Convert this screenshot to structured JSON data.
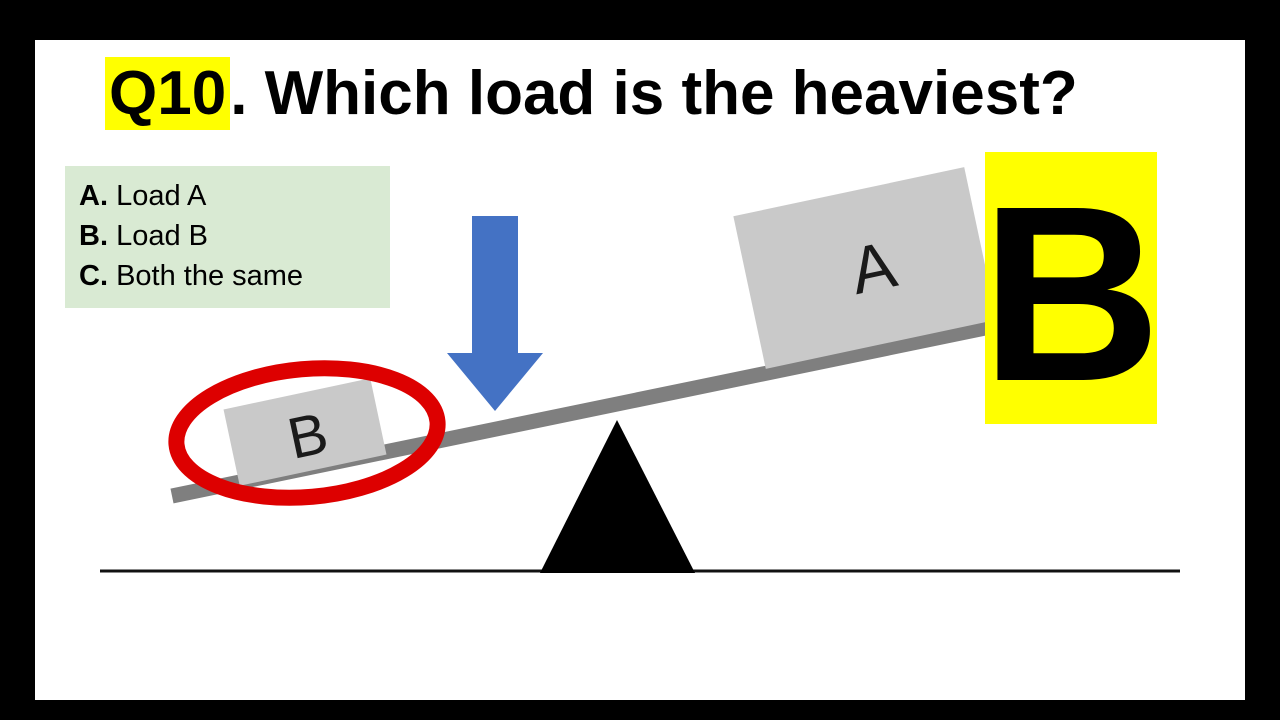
{
  "title": {
    "highlight": "Q10",
    "rest": ". Which load is the heaviest?"
  },
  "options": [
    {
      "letter": "A.",
      "label": "Load A"
    },
    {
      "letter": "B.",
      "label": "Load B"
    },
    {
      "letter": "C.",
      "label": "Both the same"
    }
  ],
  "diagram": {
    "load_a_label": "A",
    "load_b_label": "B"
  },
  "answer": {
    "letter": "B"
  },
  "colors": {
    "highlight_bg": "#ffff00",
    "answer_bg": "#ffff00",
    "options_bg": "#d9ead3",
    "arrow": "#4472c4",
    "circle": "#dd0000",
    "beam": "#7f7f7f",
    "load_fill": "#c9c9c9",
    "fulcrum": "#000000"
  }
}
